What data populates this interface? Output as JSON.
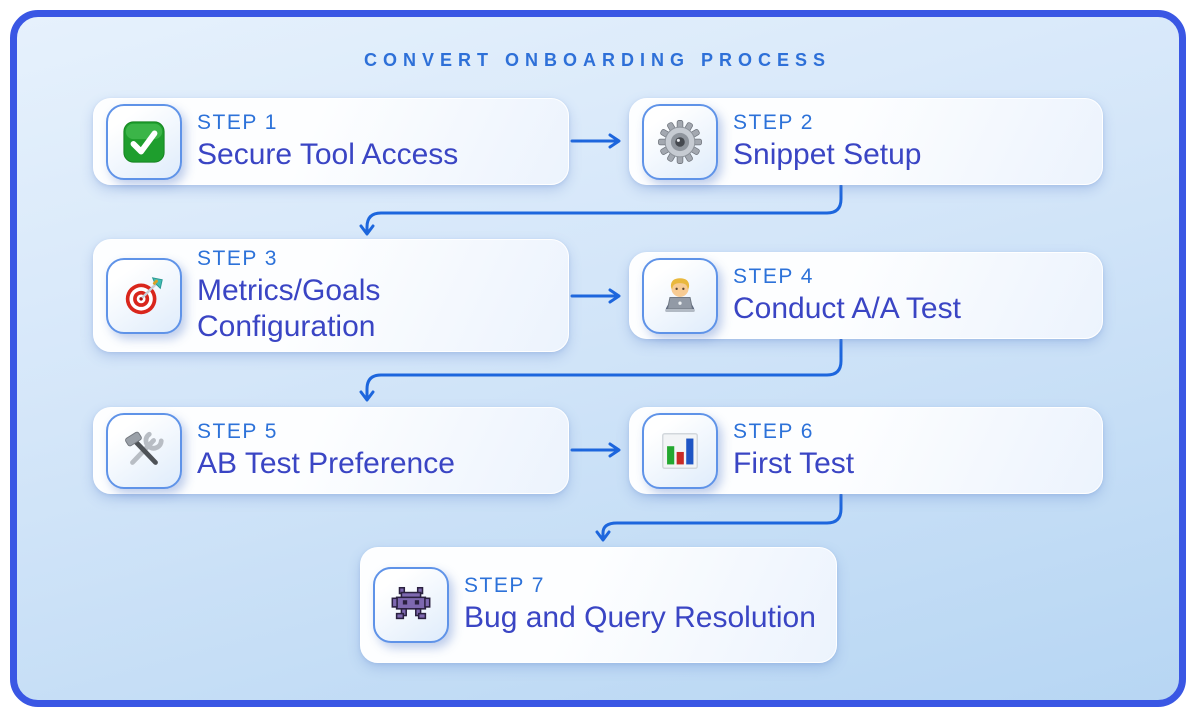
{
  "title": "CONVERT ONBOARDING PROCESS",
  "colors": {
    "frame_border": "#3a57e4",
    "canvas_background_top": "#e6f1fc",
    "canvas_background_bottom": "#b7d6f3",
    "card_background": "#fdfeff",
    "icon_box_border": "#5f93e8",
    "arrow": "#1d66dd",
    "step_label_text": "#2d72d9",
    "step_title_text": "#3a45c4"
  },
  "steps": [
    {
      "label": "STEP 1",
      "title": "Secure Tool Access",
      "icon": "check-mark-icon"
    },
    {
      "label": "STEP 2",
      "title": "Snippet Setup",
      "icon": "gear-icon"
    },
    {
      "label": "STEP 3",
      "title": "Metrics/Goals Configuration",
      "icon": "target-dart-icon"
    },
    {
      "label": "STEP 4",
      "title": "Conduct A/A Test",
      "icon": "technologist-icon"
    },
    {
      "label": "STEP 5",
      "title": "AB Test Preference",
      "icon": "hammer-wrench-icon"
    },
    {
      "label": "STEP 6",
      "title": "First Test",
      "icon": "bar-chart-icon"
    },
    {
      "label": "STEP 7",
      "title": "Bug and Query Resolution",
      "icon": "alien-monster-icon"
    }
  ],
  "connections": [
    {
      "from": "STEP 1",
      "to": "STEP 2"
    },
    {
      "from": "STEP 2",
      "to": "STEP 3"
    },
    {
      "from": "STEP 3",
      "to": "STEP 4"
    },
    {
      "from": "STEP 4",
      "to": "STEP 5"
    },
    {
      "from": "STEP 5",
      "to": "STEP 6"
    },
    {
      "from": "STEP 6",
      "to": "STEP 7"
    }
  ]
}
